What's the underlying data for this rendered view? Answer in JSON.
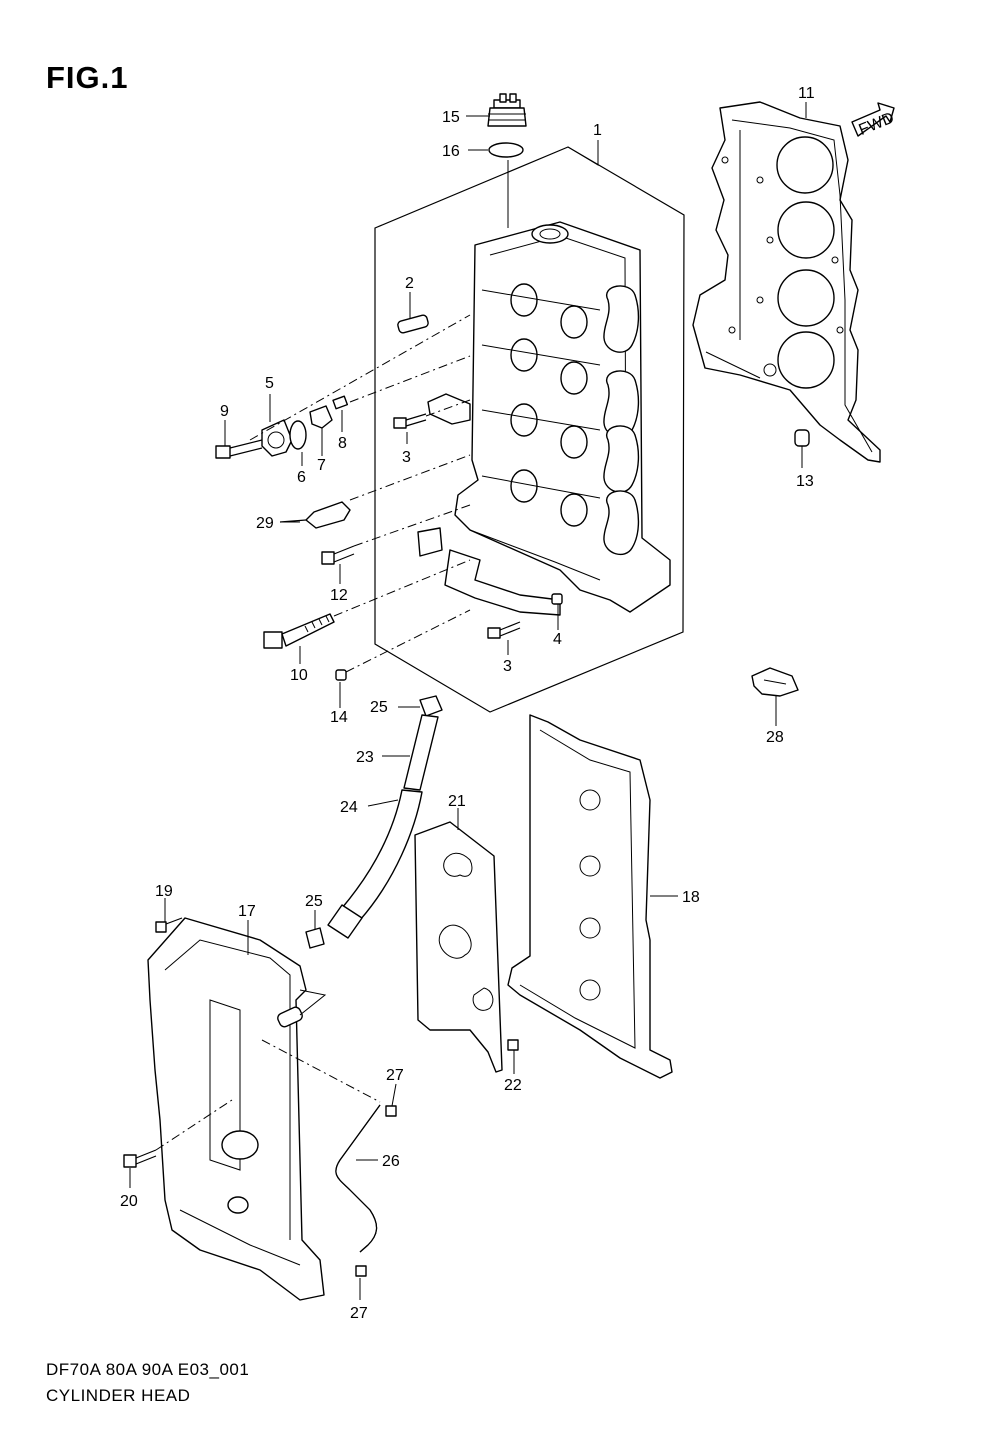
{
  "figure": {
    "title": "FIG.1",
    "fwd_badge": "FWD"
  },
  "caption": {
    "model_line": "DF70A 80A 90A E03_001",
    "section_name": "CYLINDER HEAD"
  },
  "callouts": [
    {
      "id": "c1",
      "label": "1"
    },
    {
      "id": "c2",
      "label": "2"
    },
    {
      "id": "c3a",
      "label": "3"
    },
    {
      "id": "c3b",
      "label": "3"
    },
    {
      "id": "c4",
      "label": "4"
    },
    {
      "id": "c5",
      "label": "5"
    },
    {
      "id": "c6",
      "label": "6"
    },
    {
      "id": "c7",
      "label": "7"
    },
    {
      "id": "c8",
      "label": "8"
    },
    {
      "id": "c9",
      "label": "9"
    },
    {
      "id": "c10",
      "label": "10"
    },
    {
      "id": "c11",
      "label": "11"
    },
    {
      "id": "c12",
      "label": "12"
    },
    {
      "id": "c13",
      "label": "13"
    },
    {
      "id": "c14",
      "label": "14"
    },
    {
      "id": "c15",
      "label": "15"
    },
    {
      "id": "c16",
      "label": "16"
    },
    {
      "id": "c17",
      "label": "17"
    },
    {
      "id": "c18",
      "label": "18"
    },
    {
      "id": "c19",
      "label": "19"
    },
    {
      "id": "c20",
      "label": "20"
    },
    {
      "id": "c21",
      "label": "21"
    },
    {
      "id": "c22",
      "label": "22"
    },
    {
      "id": "c23",
      "label": "23"
    },
    {
      "id": "c24",
      "label": "24"
    },
    {
      "id": "c25a",
      "label": "25"
    },
    {
      "id": "c25b",
      "label": "25"
    },
    {
      "id": "c26",
      "label": "26"
    },
    {
      "id": "c27a",
      "label": "27"
    },
    {
      "id": "c27b",
      "label": "27"
    },
    {
      "id": "c28",
      "label": "28"
    },
    {
      "id": "c29",
      "label": "29"
    }
  ]
}
